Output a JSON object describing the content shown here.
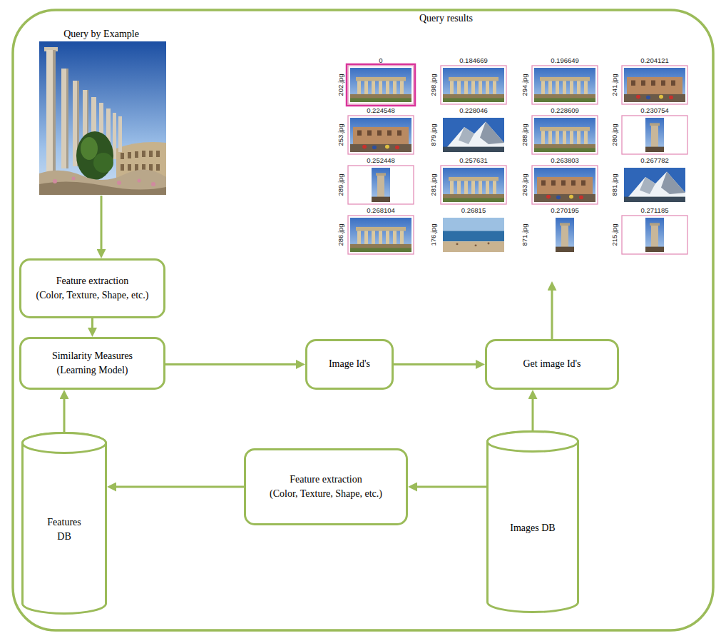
{
  "diagram": {
    "nodes": [
      {
        "text": [
          "Query by Example"
        ]
      },
      {
        "text": [
          "Query results"
        ]
      },
      {
        "text": [
          "Feature extraction",
          "(Color, Texture, Shape, etc.)"
        ]
      },
      {
        "text": [
          "Similarity Measures",
          "(Learning Model)"
        ]
      },
      {
        "text": [
          "Image Id's"
        ]
      },
      {
        "text": [
          "Get image Id's"
        ]
      },
      {
        "text": [
          "Features DB"
        ]
      },
      {
        "text": [
          "Feature extraction",
          "(Color, Texture, Shape, etc.)"
        ]
      },
      {
        "text": [
          "Images DB"
        ]
      }
    ],
    "edges": [
      {
        "from": 0,
        "to": 2,
        "arrow": "to"
      },
      {
        "from": 2,
        "to": 3,
        "arrow": "to"
      },
      {
        "from": 6,
        "to": 3,
        "arrow": "to"
      },
      {
        "from": 3,
        "to": 4,
        "arrow": "to"
      },
      {
        "from": 4,
        "to": 5,
        "arrow": "to"
      },
      {
        "from": 8,
        "to": 5,
        "arrow": "to"
      },
      {
        "from": 5,
        "to": 1,
        "arrow": "to"
      },
      {
        "from": 8,
        "to": 7,
        "arrow": "to"
      },
      {
        "from": 7,
        "to": 6,
        "arrow": "to"
      }
    ],
    "labels": [
      "202.jpg",
      "0",
      "298.jpg",
      "0.184669",
      "294.jpg",
      "0.196649",
      "241.jpg",
      "0.204121",
      "253.jpg",
      "0.224548",
      "879.jpg",
      "0.228046",
      "288.jpg",
      "0.228609",
      "280.jpg",
      "0.230754",
      "289.jpg",
      "0.252448",
      "281.jpg",
      "0.257631",
      "263.jpg",
      "0.263803",
      "881.jpg",
      "0.267782",
      "286.jpg",
      "0.268104",
      "176.jpg",
      "0.26815",
      "871.jpg",
      "0.270195",
      "215.jpg",
      "0.271185"
    ]
  }
}
